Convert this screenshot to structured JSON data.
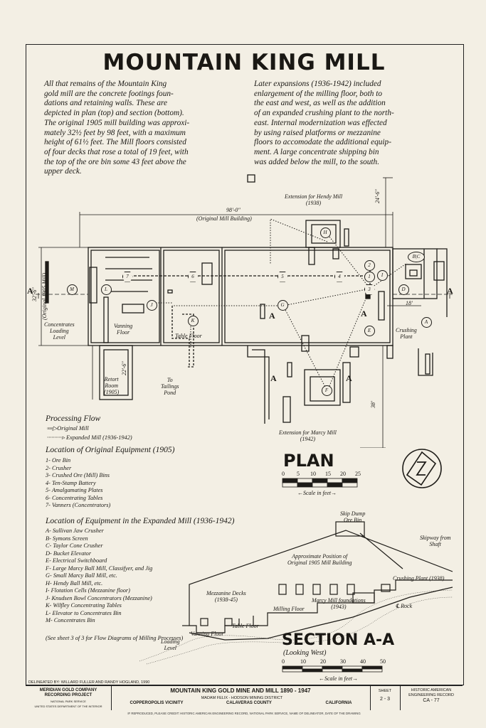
{
  "sheet": {
    "title": "MOUNTAIN KING MILL",
    "intro_left": [
      "All that remains of the Mountain King",
      "gold mill are the concrete footings foun-",
      "dations and retaining walls. These are",
      "depicted in plan (top) and section (bottom).",
      "The original 1905 mill building was approxi-",
      "mately 32½ feet by 98 feet, with a maximum",
      "height of 61½ feet. The Mill floors consisted",
      "of four decks that rose a total of 19 feet, with",
      "the top of the ore bin some 43 feet above the",
      "upper deck."
    ],
    "intro_right": [
      "Later expansions (1936-1942) included",
      "enlargement of the milling floor, both to",
      "the east and west, as well as the addition",
      "of an expanded crushing plant to the north-",
      "east. Internal modernization was effected",
      "by using raised platforms or mezzanine",
      "floors to accomodate the additional equip-",
      "ment. A large concentrate shipping bin",
      "was added below the mill, to the south."
    ]
  },
  "plan": {
    "heading": "PLAN",
    "dim_98": "98'-0\"",
    "orig_building": "(Original Mill Building)",
    "dim_24": "24'-6\"",
    "dim_32": "32'-6\"",
    "orig_1905": "(Original 1905 Mill)",
    "dim_18": "18'",
    "dim_22": "22'-6\"",
    "dim_38": "38'",
    "ext_hendy": "Extension for Hendy Mill\n(1938)",
    "ext_marcy": "Extension for Marcy Mill\n(1942)",
    "concentrates": "Concentrates\nLoading\nLevel",
    "vanning": "Vanning\nFloor",
    "table_floor": "Table Floor",
    "retort": "Retort\nRoom\n(1905)",
    "tailings": "To\nTailings\nPond",
    "crushing": "Crushing\nPlant",
    "section_mark": "A",
    "scale_nums": [
      "0",
      "5",
      "10",
      "15",
      "20",
      "25"
    ],
    "scale_label": "Scale in feet",
    "nodes": {
      "n1": "1",
      "n2": "2",
      "n3": "3",
      "n4": "4",
      "n5": "5",
      "n6": "6",
      "n7": "7",
      "a": "A",
      "b": "B",
      "bc": "B|C",
      "d": "D",
      "e": "E",
      "f": "F",
      "g": "G",
      "h": "H",
      "i": "I",
      "j": "J",
      "k": "K",
      "l": "L",
      "m": "M"
    }
  },
  "flow": {
    "title": "Processing Flow",
    "original": "Original Mill",
    "expanded": "Expanded Mill (1936-1942)"
  },
  "orig_equipment": {
    "title": "Location of Original Equipment (1905)",
    "items": [
      "1- Ore Bin",
      "2- Crusher",
      "3- Crushed Ore (Mill) Bins",
      "4- Ten-Stamp Battery",
      "5- Amalgamating Plates",
      "6- Concentrating Tables",
      "7- Vanners (Concentrators)"
    ]
  },
  "exp_equipment": {
    "title": "Location of Equipment in the Expanded Mill (1936-1942)",
    "items": [
      "A- Sullivan Jaw Crusher",
      "B- Symons Screen",
      "C- Taylor Cone Crusher",
      "D- Bucket Elevator",
      "E- Electrical Switchboard",
      "F- Large Marcy Ball Mill, Classifyer, and Jig",
      "G- Small Marcy Ball Mill, etc.",
      "H- Hendy Ball Mill, etc.",
      "I- Flotation Cells (Mezzanine floor)",
      "J- Knudsen Bowl Concentrators (Mezzanine)",
      "K- Wilfley Concentrating Tables",
      "L- Elevator to Concentrates Bin",
      "M- Concentrates Bin"
    ],
    "note": "(See sheet 3 of 3 for Flow\nDiagrams of Milling Processes)"
  },
  "section": {
    "heading": "SECTION A-A",
    "looking": "(Looking West)",
    "skip_dump": "Skip Dump\nOre Bin",
    "skipway": "Skipway from\nShaft",
    "approx": "Approximate Position of\nOriginal 1905 Mill Building",
    "crushing": "Crushing Plant (1938)",
    "mezz": "Mezzanine Decks\n(1938-45)",
    "marcy_found": "Marcy Mill foundations\n(1943)",
    "rock": "Rock",
    "milling": "Milling Floor",
    "table_floor": "Table Floor",
    "vanning": "Vanning Floor",
    "loading": "Loading\nLevel",
    "scale_nums": [
      "0",
      "10",
      "20",
      "30",
      "40",
      "50"
    ],
    "scale_label": "Scale in feet"
  },
  "title_block": {
    "delineator": "DELINEATED BY: WILLARD FULLER AND RANDY HOGLAND, 1990",
    "project": "MERIDIAN GOLD COMPANY\nRECORDING PROJECT",
    "project_sub": "NATIONAL PARK SERVICE\nUNITED STATES DEPARTMENT OF THE INTERIOR",
    "main": "MOUNTAIN KING GOLD MINE AND MILL  1890 - 1947",
    "district": "MADAM FELIX - HODSON MINING DISTRICT",
    "vicinity": "COPPEROPOLIS VICINITY",
    "county": "CALAVERAS COUNTY",
    "state": "CALIFORNIA",
    "sheet_label": "SHEET",
    "sheet_no": "2 - 3",
    "haer": "HISTORIC AMERICAN\nENGINEERING RECORD",
    "haer_no": "CA - 77"
  },
  "footnote": "IF REPRODUCED, PLEASE CREDIT: HISTORIC AMERICAN ENGINEERING RECORD, NATIONAL PARK SERVICE, NAME OF DELINEATOR, DATE OF THE DRAWING"
}
